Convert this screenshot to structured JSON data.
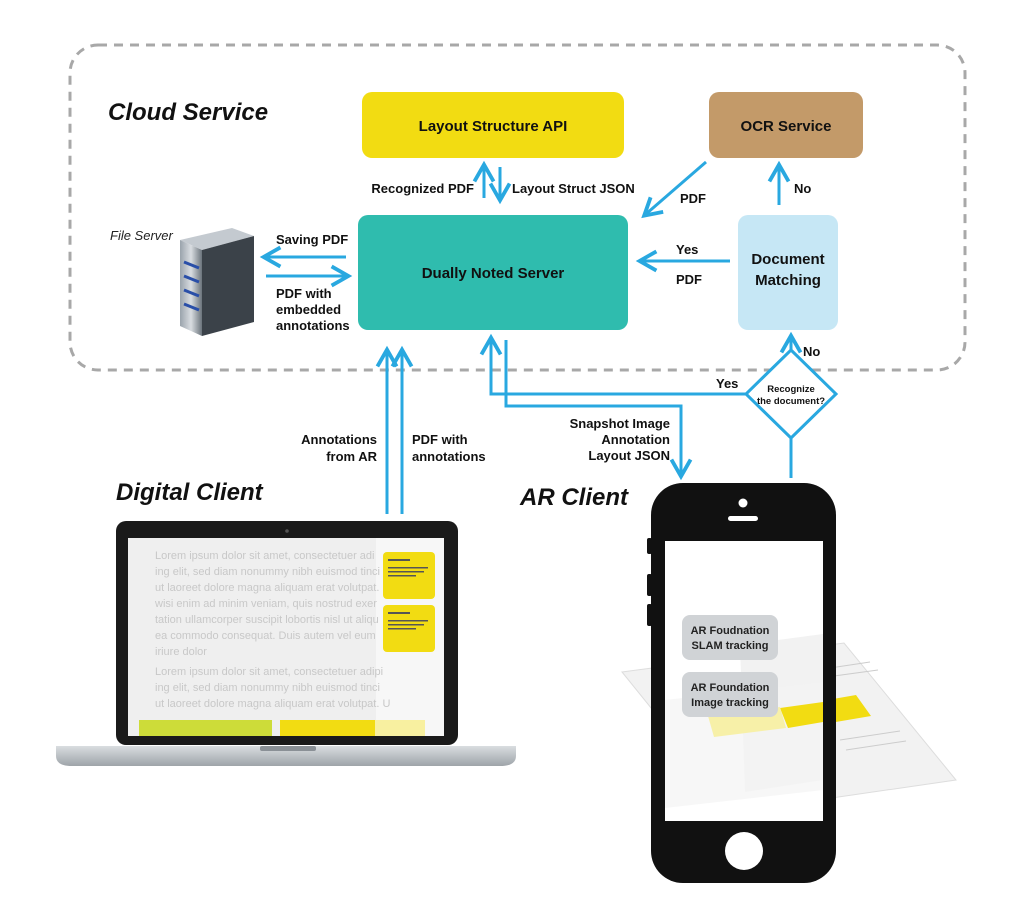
{
  "titles": {
    "cloud_service": "Cloud Service",
    "digital_client": "Digital Client",
    "ar_client": "AR Client",
    "file_server": "File Server"
  },
  "boxes": {
    "layout_api": "Layout Structure API",
    "ocr_service": "OCR Service",
    "server": "Dually Noted Server",
    "doc_matching_line1": "Document",
    "doc_matching_line2": "Matching"
  },
  "decision": {
    "line1": "Recognize",
    "line2": "the document?"
  },
  "labels": {
    "recognized_pdf": "Recognized PDF",
    "layout_struct_json": "Layout Struct JSON",
    "pdf_ocr": "PDF",
    "no_ocr": "No",
    "yes_match": "Yes",
    "pdf_match": "PDF",
    "saving_pdf": "Saving PDF",
    "pdf_embedded_1": "PDF with",
    "pdf_embedded_2": "embedded",
    "pdf_embedded_3": "annotations",
    "no_decision": "No",
    "yes_decision": "Yes",
    "annotations_ar_1": "Annotations",
    "annotations_ar_2": "from AR",
    "pdf_annotations_1": "PDF with",
    "pdf_annotations_2": "annotations",
    "snapshot_1": "Snapshot Image",
    "snapshot_2": "Annotation",
    "snapshot_3": "Layout JSON"
  },
  "laptop": {
    "lorem_lines": [
      "Lorem ipsum dolor sit amet, consectetuer adi",
      "ing elit, sed diam nonummy nibh euismod tinci",
      "ut laoreet dolore magna aliquam erat volutpat.",
      "wisi enim ad minim veniam, quis nostrud exer",
      "tation ullamcorper suscipit lobortis nisl ut aliqu",
      "ea commodo consequat. Duis autem vel eum",
      "iriure dolor"
    ],
    "lorem_lines_2": [
      "Lorem ipsum dolor sit amet, consectetuer adipi",
      "ing elit, sed diam nonummy nibh euismod tinci",
      "ut laoreet dolore magna aliquam erat volutpat. U"
    ]
  },
  "phone": {
    "slam_1": "AR Foudnation",
    "slam_2": "SLAM tracking",
    "image_1": "AR Foundation",
    "image_2": "Image tracking"
  },
  "colors": {
    "arrow": "#29a8e0",
    "yellow": "#f2dc12",
    "brown": "#c39a69",
    "teal": "#2fbcae",
    "light_blue": "#c6e7f5",
    "dashed_border": "#a8a8a8"
  }
}
